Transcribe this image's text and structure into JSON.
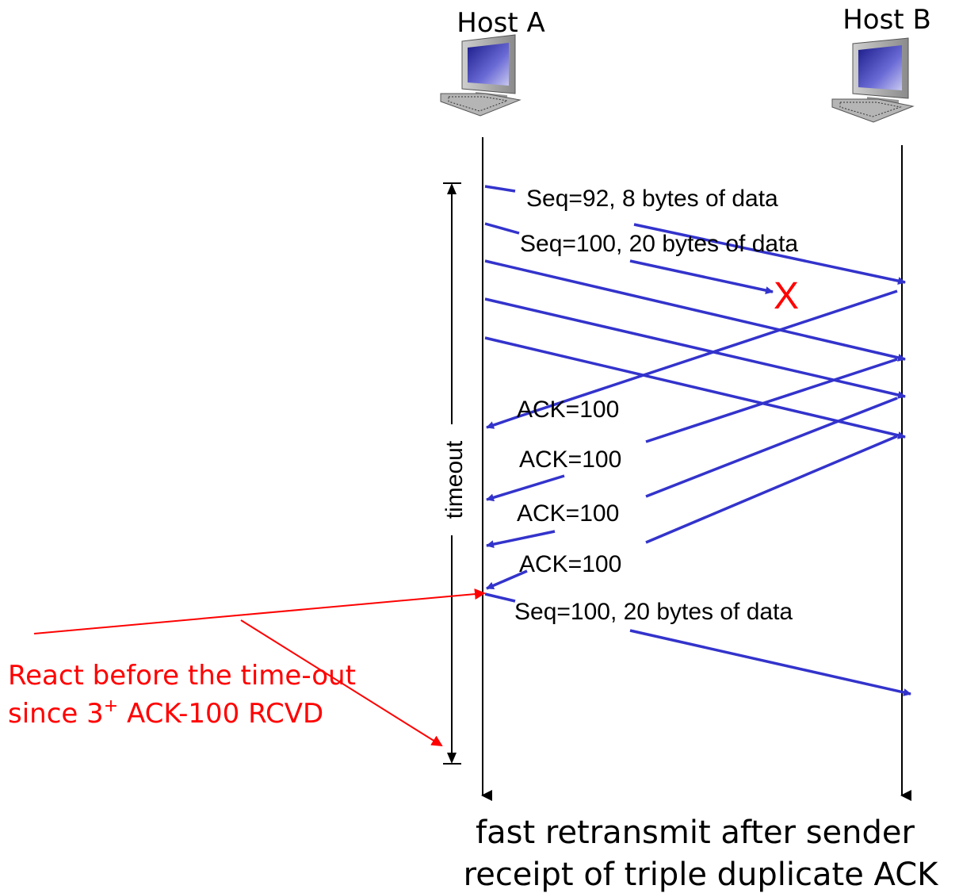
{
  "hosts": {
    "a_label": "Host A",
    "b_label": "Host B"
  },
  "segments": {
    "seq92": "Seq=92, 8 bytes of data",
    "seq100": "Seq=100, 20 bytes of data",
    "retransmit": "Seq=100, 20 bytes of data"
  },
  "loss_mark": "X",
  "acks": [
    "ACK=100",
    "ACK=100",
    "ACK=100",
    "ACK=100"
  ],
  "timeout_label": "timeout",
  "note": {
    "line1": "React before the time-out",
    "line2_prefix": "since 3",
    "line2_sup": "+",
    "line2_suffix": " ACK-100 RCVD"
  },
  "caption": {
    "line1": "fast retransmit after sender",
    "line2": "receipt of triple duplicate ACK"
  },
  "colors": {
    "message": "#3333cc",
    "annotation": "#ff0000",
    "timeline": "#000000"
  }
}
